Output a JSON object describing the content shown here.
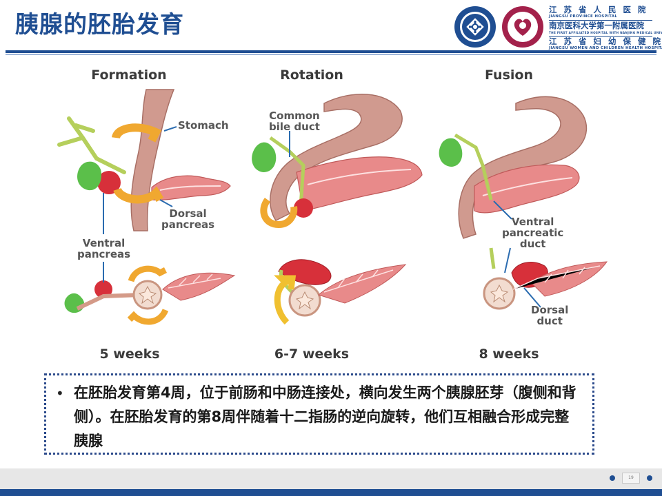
{
  "title": "胰腺的胚胎发育",
  "logos": {
    "hospital_lines": [
      {
        "cn": "江 苏 省 人 民 医 院",
        "en": "JIANGSU PROVINCE HOSPITAL"
      },
      {
        "cn": "南京医科大学第一附属医院",
        "en": "THE FIRST AFFILIATED HOSPITAL WITH NANJING MEDICAL UNIVERSITY"
      },
      {
        "cn": "江 苏 省 妇 幼 保 健 院",
        "en": "JIANGSU WOMEN AND CHILDREN HEALTH HOSPITAL"
      }
    ]
  },
  "stages": [
    {
      "heading": "Formation",
      "week": "5 weeks"
    },
    {
      "heading": "Rotation",
      "week": "6-7 weeks"
    },
    {
      "heading": "Fusion",
      "week": "8 weeks"
    }
  ],
  "labels": {
    "stomach": "Stomach",
    "dorsal_pancreas": "Dorsal\npancreas",
    "ventral_pancreas": "Ventral\npancreas",
    "common_bile_duct": "Common\nbile duct",
    "ventral_pancreatic_duct": "Ventral\npancreatic\nduct",
    "dorsal_duct": "Dorsal\nduct"
  },
  "description": "在胚胎发育第4周，位于前肠和中肠连接处，横向发生两个胰腺胚芽（腹侧和背侧）。在胚胎发育的第8周伴随着十二指肠的逆向旋转，他们互相融合形成完整胰腺",
  "page_number": "19",
  "colors": {
    "brand_blue": "#1f4e92",
    "stomach": "#d09a8f",
    "pancreas": "#e88a8a",
    "ventral_bud": "#d7303a",
    "gallbladder": "#5bbf4a",
    "arrow_orange": "#f0a830",
    "duct_green": "#b5cf5c"
  }
}
